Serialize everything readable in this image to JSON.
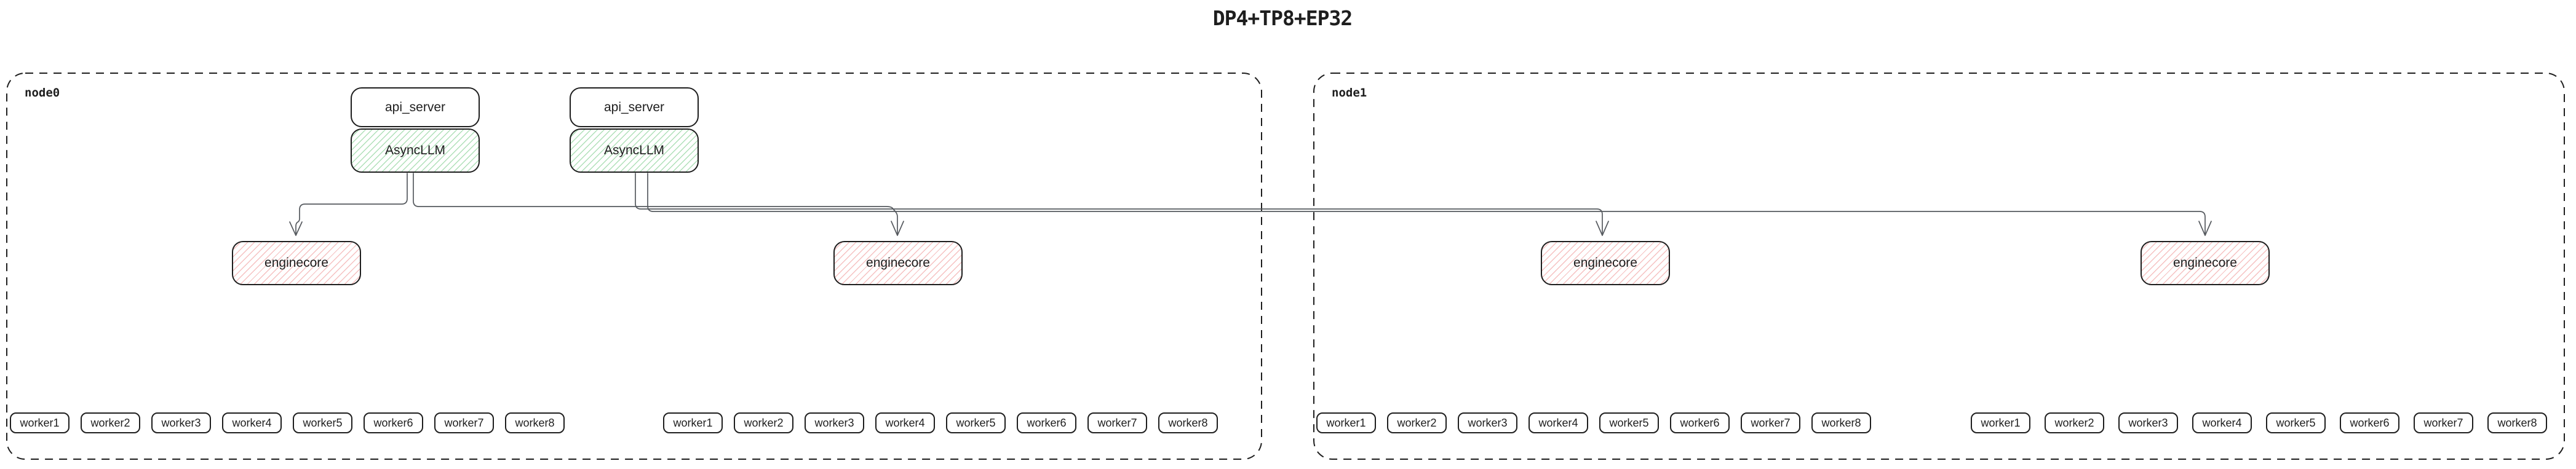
{
  "title": "DP4+TP8+EP32",
  "colors": {
    "ink": "#1e1e1e",
    "connector": "#55595e",
    "async_llm_hatch": "#40b457",
    "enginecore_hatch": "#e03131",
    "box_fill": "#ffffff"
  },
  "nodes": [
    {
      "label": "node0",
      "servers": [
        {
          "api_server": "api_server",
          "async_llm": "AsyncLLM"
        },
        {
          "api_server": "api_server",
          "async_llm": "AsyncLLM"
        }
      ],
      "enginecores": [
        "enginecore",
        "enginecore"
      ],
      "worker_groups": [
        [
          "worker1",
          "worker2",
          "worker3",
          "worker4",
          "worker5",
          "worker6",
          "worker7",
          "worker8"
        ],
        [
          "worker1",
          "worker2",
          "worker3",
          "worker4",
          "worker5",
          "worker6",
          "worker7",
          "worker8"
        ]
      ]
    },
    {
      "label": "node1",
      "enginecores": [
        "enginecore",
        "enginecore"
      ],
      "worker_groups": [
        [
          "worker1",
          "worker2",
          "worker3",
          "worker4",
          "worker5",
          "worker6",
          "worker7",
          "worker8"
        ],
        [
          "worker1",
          "worker2",
          "worker3",
          "worker4",
          "worker5",
          "worker6",
          "worker7",
          "worker8"
        ]
      ]
    }
  ],
  "connections": [
    {
      "from": "node0.AsyncLLM.0",
      "to": "node0.enginecore.0"
    },
    {
      "from": "node0.AsyncLLM.0",
      "to": "node0.enginecore.1"
    },
    {
      "from": "node0.AsyncLLM.1",
      "to": "node1.enginecore.0"
    },
    {
      "from": "node0.AsyncLLM.1",
      "to": "node1.enginecore.1"
    }
  ]
}
